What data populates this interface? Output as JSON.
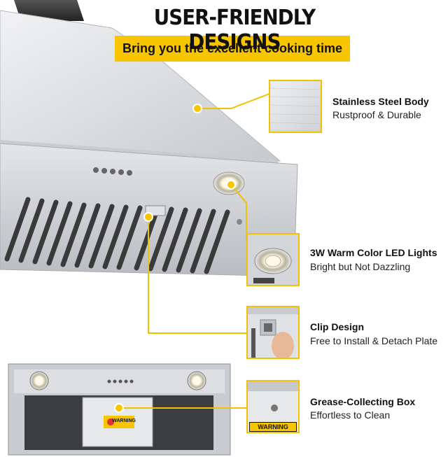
{
  "header": {
    "title": "USER-FRIENDLY DESIGNS",
    "subtitle": "Bring you the excellent cooking time"
  },
  "features": [
    {
      "title": "Stainless Steel Body",
      "subtitle": "Rustproof & Durable"
    },
    {
      "title": "3W Warm Color LED Lights",
      "subtitle": "Bright but Not Dazzling"
    },
    {
      "title": "Clip Design",
      "subtitle": "Free to Install & Detach Plate"
    },
    {
      "title": "Grease-Collecting Box",
      "subtitle": "Effortless to Clean"
    }
  ],
  "labels": {
    "warning": "WARNING"
  },
  "colors": {
    "accent": "#f7c600",
    "steel": "#d9dbde"
  }
}
